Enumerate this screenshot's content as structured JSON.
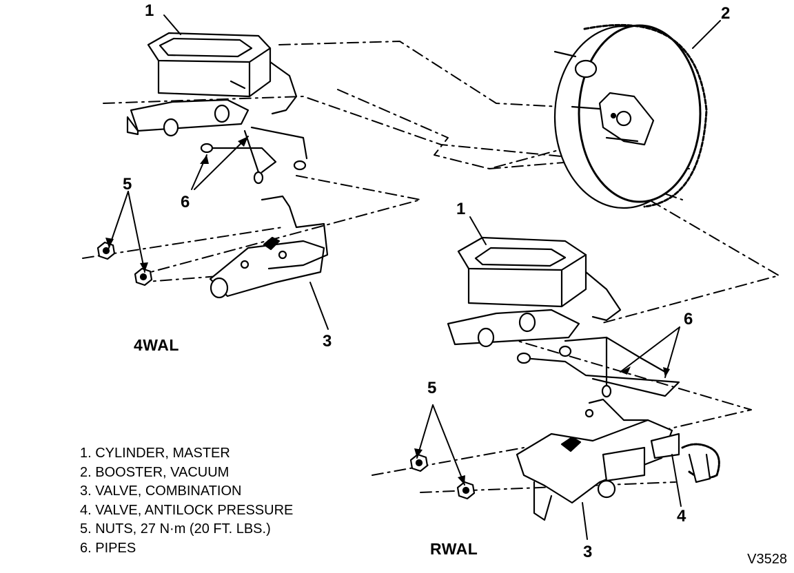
{
  "callouts": {
    "c1_top": "1",
    "c2": "2",
    "c6_top": "6",
    "c5_top": "5",
    "c3_top": "3",
    "c1_mid": "1",
    "c6_mid": "6",
    "c5_bottom": "5",
    "c4": "4",
    "c3_bottom": "3"
  },
  "system_labels": {
    "four_wheel": "4WAL",
    "rear_wheel": "RWAL"
  },
  "legend": [
    "1. CYLINDER, MASTER",
    "2. BOOSTER, VACUUM",
    "3. VALVE, COMBINATION",
    "4. VALVE, ANTILOCK PRESSURE",
    "5. NUTS, 27 N·m (20 FT. LBS.)",
    "6. PIPES"
  ],
  "figure_id": "V3528"
}
